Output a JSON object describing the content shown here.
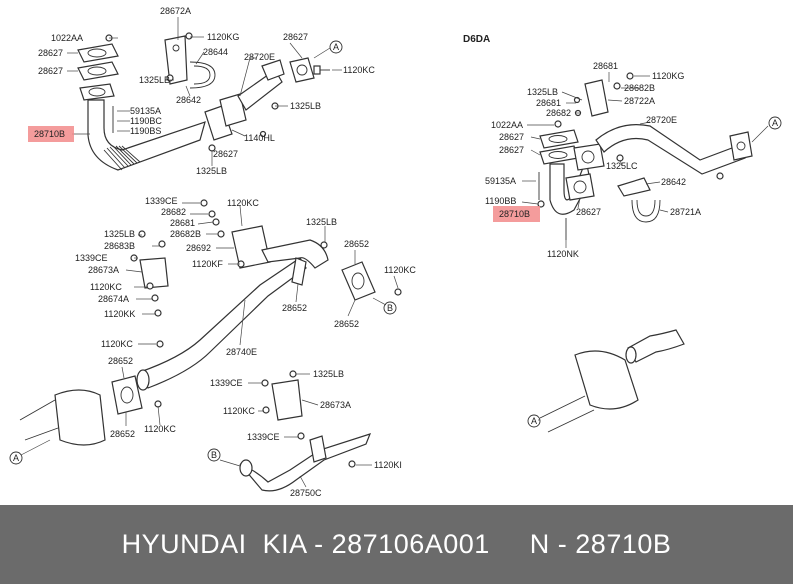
{
  "diagram": {
    "section_label": "D6DA",
    "highlight_color": "#f28b8b",
    "labels": {
      "l28672A": "28672A",
      "l1022AA_a": "1022AA",
      "l28627_a": "28627",
      "l28627_b": "28627",
      "l1120KG_a": "1120KG",
      "l28644": "28644",
      "l28627_c": "28627",
      "l1120KC_a": "1120KC",
      "l1325LB_a": "1325LB",
      "l28720E_a": "28720E",
      "l28642_a": "28642",
      "l59135A_a": "59135A",
      "l1190BC": "1190BC",
      "l1190BS": "1190BS",
      "l1325LB_b": "1325LB",
      "l28710B_a": "28710B",
      "l1140HL": "1140HL",
      "l28627_d": "28627",
      "l1325LB_c": "1325LB",
      "l1339CE_a": "1339CE",
      "l28682_a": "28682",
      "l1120KC_b": "1120KC",
      "l28681_a": "28681",
      "l28682B_a": "28682B",
      "l1325LB_d": "1325LB",
      "l28683B": "28683B",
      "l28692": "28692",
      "l1339CE_b": "1339CE",
      "l1120KF": "1120KF",
      "l28673A_a": "28673A",
      "l28652_a": "28652",
      "l1325LB_e": "1325LB",
      "l1120KC_c": "1120KC",
      "l28674A": "28674A",
      "l1120KC_d": "1120KC",
      "l1120KK": "1120KK",
      "l28652_b": "28652",
      "l28652_c": "28652",
      "l28740E": "28740E",
      "l1120KC_e": "1120KC",
      "l28652_d": "28652",
      "l1339CE_c": "1339CE",
      "l1325LB_f": "1325LB",
      "l28673A_b": "28673A",
      "l1120KC_f": "1120KC",
      "l1120KC_g": "1120KC",
      "l28652_e": "28652",
      "l1339CE_d": "1339CE",
      "l1120KI": "1120KI",
      "l28750C": "28750C",
      "l28681_b": "28681",
      "l1120KG_b": "1120KG",
      "l1325LB_g": "1325LB",
      "l28682B_b": "28682B",
      "l28681_c": "28681",
      "l28722A": "28722A",
      "l28682_b": "28682",
      "l1022AA_b": "1022AA",
      "l28720E_b": "28720E",
      "l28627_e": "28627",
      "l28627_f": "28627",
      "l1325LC": "1325LC",
      "l59135A_b": "59135A",
      "l28642_b": "28642",
      "l1190BB": "1190BB",
      "l28710B_b": "28710B",
      "l28627_g": "28627",
      "l28721A": "28721A",
      "l1120NK": "1120NK"
    },
    "callouts": {
      "a1": "A",
      "a2": "A",
      "a3": "A",
      "a4": "A",
      "b1": "B",
      "b2": "B"
    }
  },
  "footer": {
    "text": "HYUNDAI  KIA - 287106A001     N - 28710B"
  }
}
